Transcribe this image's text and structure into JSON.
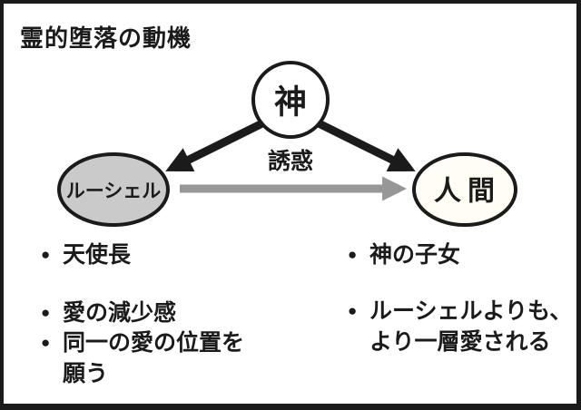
{
  "title": "霊的堕落の動機",
  "colors": {
    "ink": "#1b1b1b",
    "gray_arrow": "#979797",
    "lucifer_fill": "#cacaca",
    "human_fill": "#fffdf4",
    "god_fill": "#ffffff",
    "background": "#ffffff"
  },
  "diagram": {
    "god_label": "神",
    "lucifer_label": "ルーシェル",
    "human_label": "人間",
    "temptation_label": "誘惑"
  },
  "bullets": {
    "left": [
      {
        "marker": "●",
        "lines": [
          "天使長"
        ]
      },
      {
        "marker": "●",
        "lines": [
          "愛の減少感"
        ]
      },
      {
        "marker": "●",
        "lines": [
          "同一の愛の位置を",
          "願う"
        ]
      }
    ],
    "right": [
      {
        "marker": "●",
        "lines": [
          "神の子女"
        ]
      },
      {
        "marker": "●",
        "lines": [
          "ルーシェルよりも、",
          "より一層愛される"
        ]
      }
    ]
  }
}
